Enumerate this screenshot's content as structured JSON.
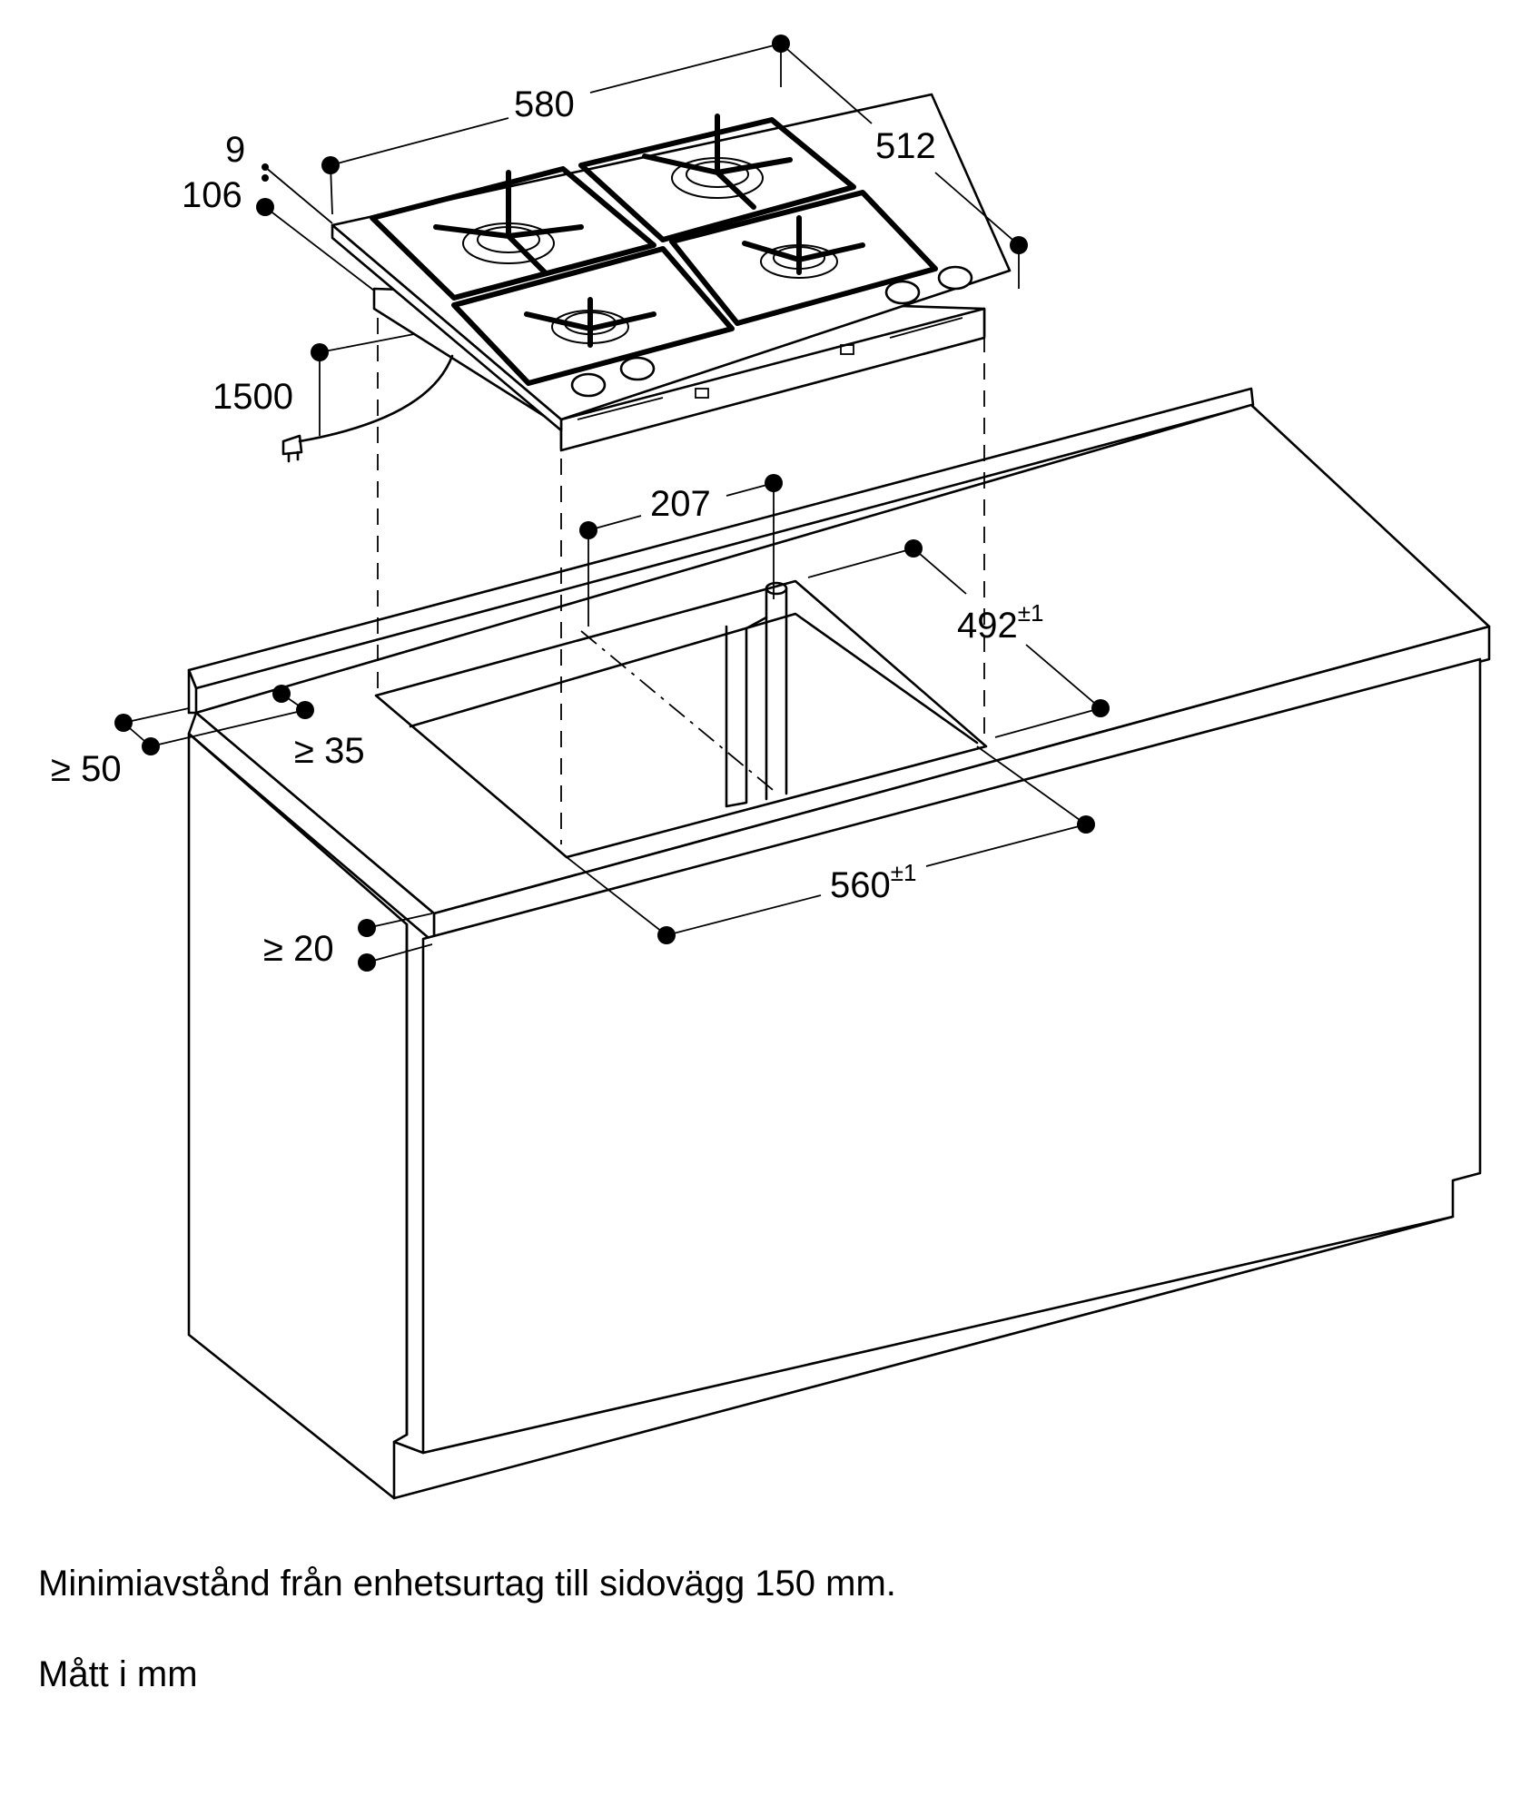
{
  "dimensions": {
    "width": "580",
    "depth": "512",
    "glass_thickness": "9",
    "height": "106",
    "cable_length": "1500",
    "cutout_offset": "207",
    "cutout_depth": "492",
    "cutout_depth_tol": "±1",
    "cutout_width": "560",
    "cutout_width_tol": "±1",
    "min_back": "≥ 50",
    "min_wall": "≥ 35",
    "min_worktop": "≥ 20"
  },
  "notes": {
    "min_distance": "Minimiavstånd från enhetsurtag till sidovägg 150 mm.",
    "units": "Mått i mm"
  }
}
